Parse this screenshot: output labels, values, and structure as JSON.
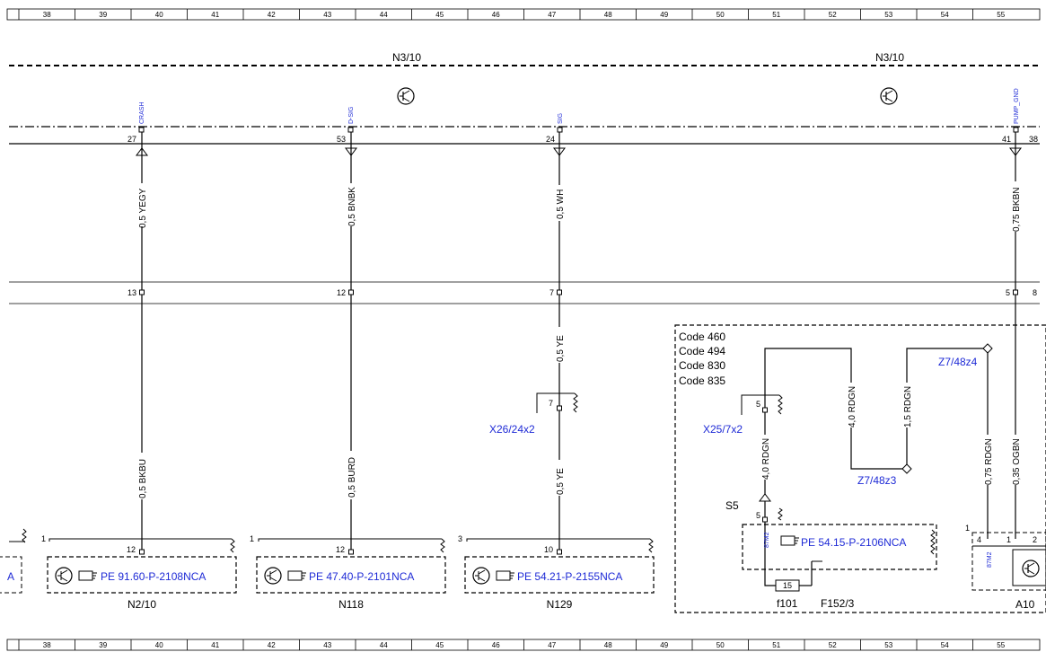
{
  "ruler": [
    "38",
    "39",
    "40",
    "41",
    "42",
    "43",
    "44",
    "45",
    "46",
    "47",
    "48",
    "49",
    "50",
    "51",
    "52",
    "53",
    "54",
    "55"
  ],
  "modules": {
    "left": "N3/10",
    "right": "N3/10"
  },
  "signals": [
    "CRASH",
    "D-SIG",
    "SIG",
    "PUMP_GND"
  ],
  "top_pins": [
    "27",
    "53",
    "24",
    "41",
    "38"
  ],
  "wires_top": [
    "0,5 YEGY",
    "0,5 BNBK",
    "0,5 WH",
    "0,75 BKBN"
  ],
  "mid_pins": [
    "13",
    "12",
    "7",
    "5",
    "8"
  ],
  "wires_low": [
    "0,5 BKBU",
    "0,5 BURD",
    "0,5 YE",
    "0,5 YE"
  ],
  "connector_x26": {
    "name": "X26/24x2",
    "pin": "7"
  },
  "code_box": {
    "lines": [
      "Code 460",
      "Code 494",
      "Code 830",
      "Code 835"
    ]
  },
  "x25": {
    "name": "X25/7x2",
    "pin": "5"
  },
  "box_wires": [
    "4,0 RDGN",
    "4,0 RDGN",
    "1,5 RDGN",
    "0,75 RDGN",
    "0,35 OGBN"
  ],
  "splices": [
    "Z7/48z4",
    "Z7/48z3"
  ],
  "s5": {
    "label": "S5",
    "pin": "5"
  },
  "relay": {
    "side_label": "87M2",
    "ref": "PE 54.15-P-2106NCA"
  },
  "fuse": {
    "value": "15",
    "name": "f101",
    "block": "F152/3"
  },
  "components": [
    {
      "pin_outer": "1",
      "pin_inner": "12",
      "ref": "PE 91.60-P-2108NCA",
      "name": "N2/10"
    },
    {
      "pin_outer": "1",
      "pin_inner": "12",
      "ref": "PE 47.40-P-2101NCA",
      "name": "N118"
    },
    {
      "pin_outer": "3",
      "pin_inner": "10",
      "ref": "PE 54.21-P-2155NCA",
      "name": "N129"
    }
  ],
  "a10": {
    "name": "A10",
    "pin_outer": "1",
    "pins": [
      "4",
      "1",
      "2"
    ],
    "side_label": "87M2"
  },
  "partial_ref": "A"
}
